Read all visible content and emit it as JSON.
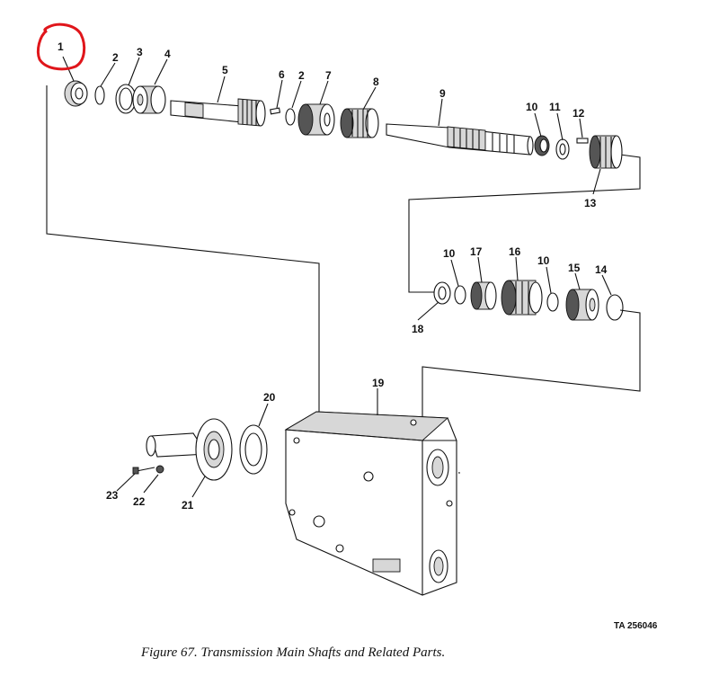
{
  "figure": {
    "caption": "Figure 67. Transmission Main Shafts and Related Parts.",
    "ta_code": "TA 256046",
    "highlight_color": "#e0161b",
    "highlighted_callout": "1"
  },
  "callouts": {
    "c1": "1",
    "c2a": "2",
    "c3": "3",
    "c4": "4",
    "c5": "5",
    "c6": "6",
    "c2b": "2",
    "c7": "7",
    "c8": "8",
    "c9": "9",
    "c10a": "10",
    "c11": "11",
    "c12": "12",
    "c13": "13",
    "c10b": "10",
    "c17": "17",
    "c16": "16",
    "c10c": "10",
    "c15": "15",
    "c14": "14",
    "c18": "18",
    "c19": "19",
    "c20": "20",
    "c21": "21",
    "c22": "22",
    "c23": "23"
  }
}
